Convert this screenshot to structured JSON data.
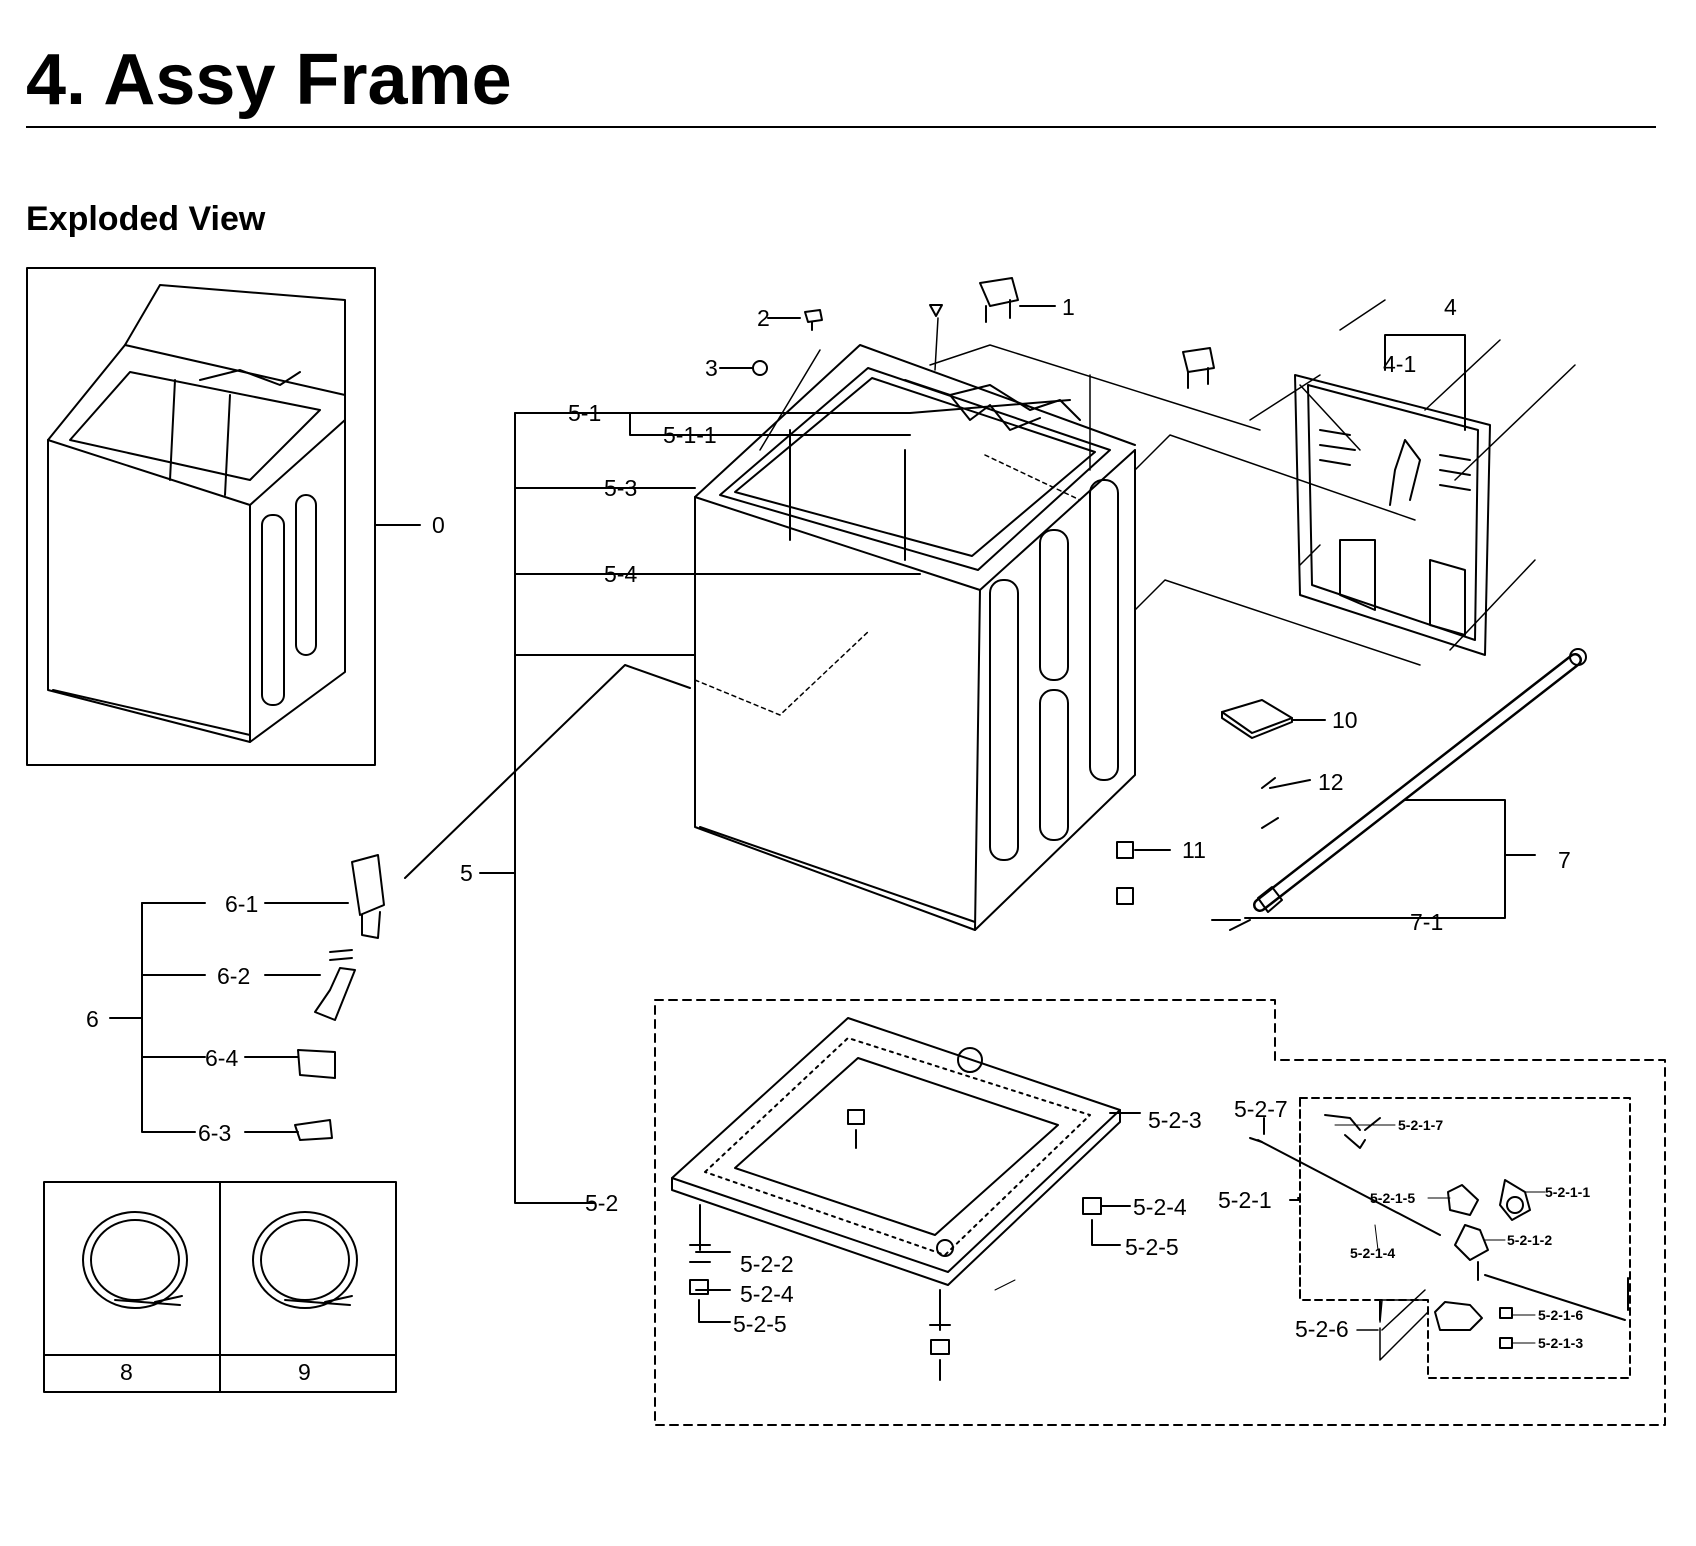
{
  "header": {
    "title": "4.  Assy Frame",
    "subtitle": "Exploded View"
  },
  "colors": {
    "ink": "#000000",
    "paper": "#ffffff"
  },
  "callouts": {
    "c0": "0",
    "c1": "1",
    "c2": "2",
    "c3": "3",
    "c4": "4",
    "c4_1": "4-1",
    "c5": "5",
    "c5_1": "5-1",
    "c5_1_1": "5-1-1",
    "c5_2": "5-2",
    "c5_3": "5-3",
    "c5_4": "5-4",
    "c5_2_1": "5-2-1",
    "c5_2_2": "5-2-2",
    "c5_2_3": "5-2-3",
    "c5_2_4a": "5-2-4",
    "c5_2_4b": "5-2-4",
    "c5_2_5a": "5-2-5",
    "c5_2_5b": "5-2-5",
    "c5_2_6": "5-2-6",
    "c5_2_7": "5-2-7",
    "c5_2_1_1": "5-2-1-1",
    "c5_2_1_2": "5-2-1-2",
    "c5_2_1_3": "5-2-1-3",
    "c5_2_1_4": "5-2-1-4",
    "c5_2_1_5": "5-2-1-5",
    "c5_2_1_6": "5-2-1-6",
    "c5_2_1_7": "5-2-1-7",
    "c6": "6",
    "c6_1": "6-1",
    "c6_2": "6-2",
    "c6_3": "6-3",
    "c6_4": "6-4",
    "c7": "7",
    "c7_1": "7-1",
    "c8": "8",
    "c9": "9",
    "c10": "10",
    "c11": "11",
    "c12": "12"
  }
}
